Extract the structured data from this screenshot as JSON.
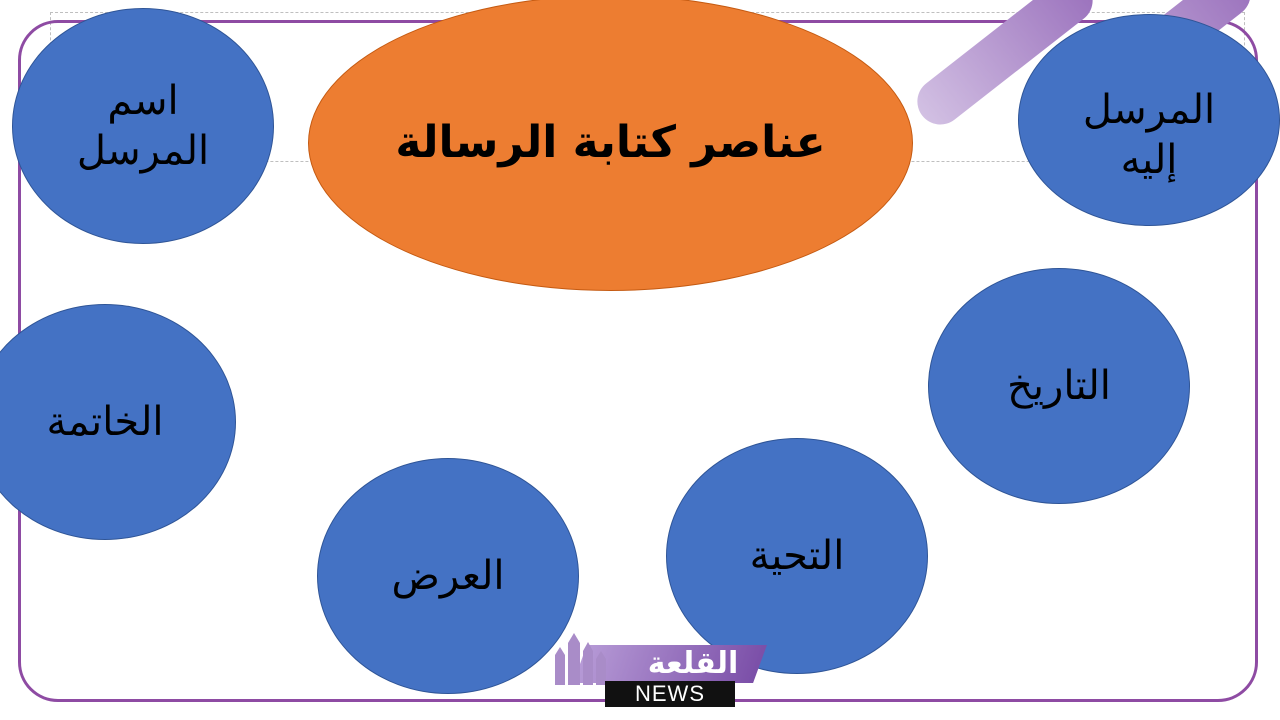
{
  "diagram": {
    "title": "عناصر كتابة الرسالة",
    "elements": [
      {
        "id": "sender_name",
        "label": "اسم\nالمرسل"
      },
      {
        "id": "recipient",
        "label": "المرسل\nإليه"
      },
      {
        "id": "date",
        "label": "التاريخ"
      },
      {
        "id": "conclusion",
        "label": "الخاتمة"
      },
      {
        "id": "greeting",
        "label": "التحية"
      },
      {
        "id": "body",
        "label": "العرض"
      }
    ]
  },
  "watermark": {
    "arabic": "القلعة",
    "latin": "NEWS"
  },
  "colors": {
    "frame": "#8e4ba3",
    "title_fill": "#ed7d31",
    "node_fill": "#4472c4",
    "stripe_light": "#c9b3dd",
    "stripe_dark": "#9c6fbf"
  }
}
